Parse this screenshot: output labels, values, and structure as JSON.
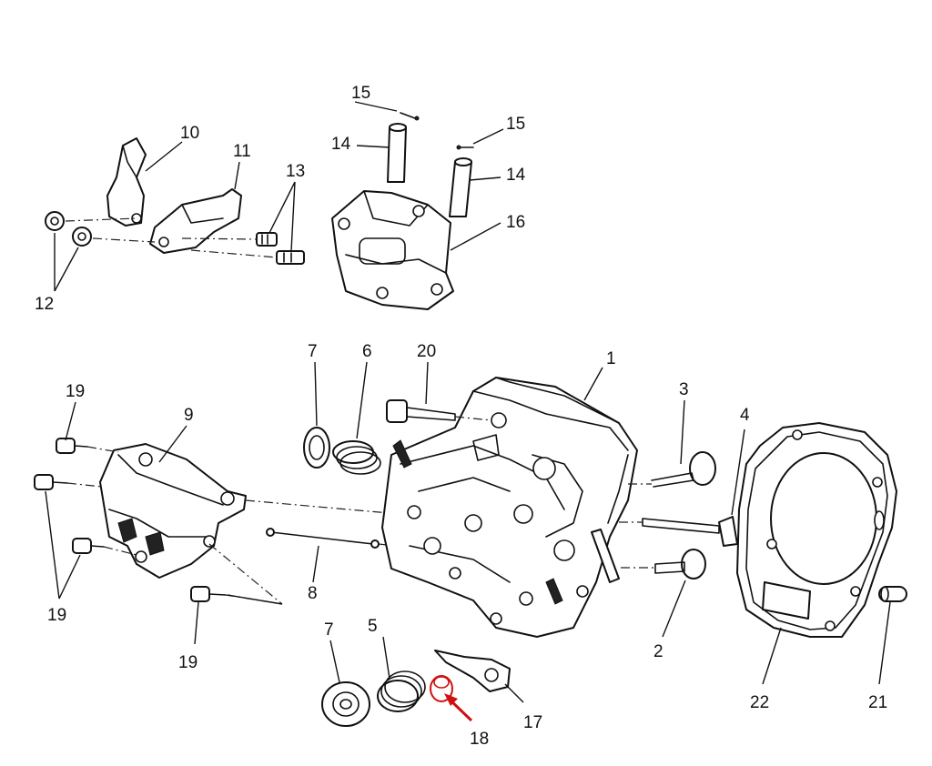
{
  "labels": {
    "p1": "1",
    "p2": "2",
    "p3": "3",
    "p4": "4",
    "p5": "5",
    "p6": "6",
    "p7a": "7",
    "p7b": "7",
    "p8": "8",
    "p9": "9",
    "p10": "10",
    "p11": "11",
    "p12": "12",
    "p13": "13",
    "p14a": "14",
    "p14b": "14",
    "p15a": "15",
    "p15b": "15",
    "p16": "16",
    "p17": "17",
    "p18": "18",
    "p19a": "19",
    "p19b": "19",
    "p19c": "19",
    "p20": "20",
    "p21": "21",
    "p22": "22"
  },
  "highlight": {
    "part": "18",
    "color": "#d01010"
  }
}
